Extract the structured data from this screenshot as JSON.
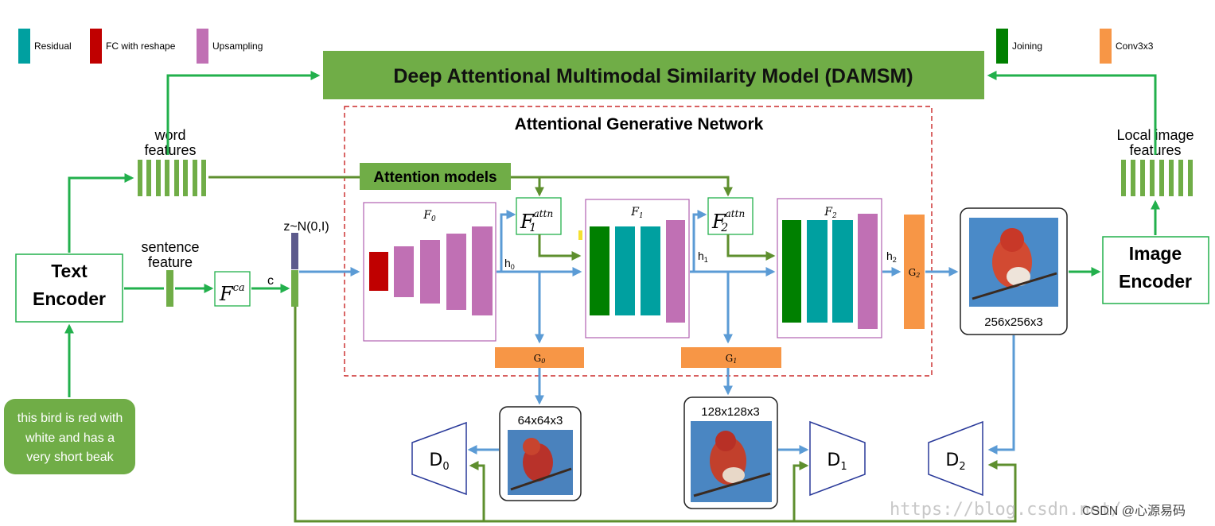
{
  "legend": {
    "residual": "Residual",
    "fc_reshape": "FC with reshape",
    "upsampling": "Upsampling",
    "joining": "Joining",
    "conv3x3": "Conv3x3"
  },
  "damsm_title": "Deep Attentional Multimodal Similarity Model (DAMSM)",
  "agn_title": "Attentional Generative Network",
  "attention_models": "Attention models",
  "word_features_l1": "word",
  "word_features_l2": "features",
  "sentence_feature_l1": "sentence",
  "sentence_feature_l2": "feature",
  "local_image_l1": "Local image",
  "local_image_l2": "features",
  "text_encoder_l1": "Text",
  "text_encoder_l2": "Encoder",
  "image_encoder_l1": "Image",
  "image_encoder_l2": "Encoder",
  "caption": [
    "this bird is red with",
    "white and has a",
    "very short beak"
  ],
  "f_ca": {
    "base": "F",
    "sup": "ca"
  },
  "c_label": "c",
  "z_label": "z~N(0,I)",
  "stages": {
    "f0": {
      "base": "F",
      "sub": "0"
    },
    "f1": {
      "base": "F",
      "sub": "1"
    },
    "f2": {
      "base": "F",
      "sub": "2"
    },
    "f1_attn": {
      "base": "F",
      "sup": "attn",
      "sub": "1"
    },
    "f2_attn": {
      "base": "F",
      "sup": "attn",
      "sub": "2"
    }
  },
  "hidden": {
    "h0": {
      "base": "h",
      "sub": "0"
    },
    "h1": {
      "base": "h",
      "sub": "1"
    },
    "h2": {
      "base": "h",
      "sub": "2"
    }
  },
  "generators": {
    "g0": {
      "base": "G",
      "sub": "0"
    },
    "g1": {
      "base": "G",
      "sub": "1"
    },
    "g2": {
      "base": "G",
      "sub": "2"
    }
  },
  "discriminators": {
    "d0": {
      "base": "D",
      "sub": "0"
    },
    "d1": {
      "base": "D",
      "sub": "1"
    },
    "d2": {
      "base": "D",
      "sub": "2"
    }
  },
  "image_sizes": {
    "s64": "64x64x3",
    "s128": "128x128x3",
    "s256": "256x256x3"
  },
  "watermark": {
    "url": "https://blog.csdn.net/",
    "credit": "CSDN @心源易码"
  },
  "colors": {
    "residual": "#00a0a0",
    "fc_reshape": "#c00000",
    "upsampling": "#c070b4",
    "joining": "#008000",
    "conv3x3": "#f79646",
    "green_box": "#70ad47",
    "green_arrow": "#22b04c",
    "olive_arrow": "#5e8f2e",
    "blue_arrow": "#5b9bd5",
    "dashed_red": "#c00000",
    "purple_border": "#b060b0",
    "trapezoid": "#2a3a9a",
    "z_bar": "#5c5a8c"
  }
}
